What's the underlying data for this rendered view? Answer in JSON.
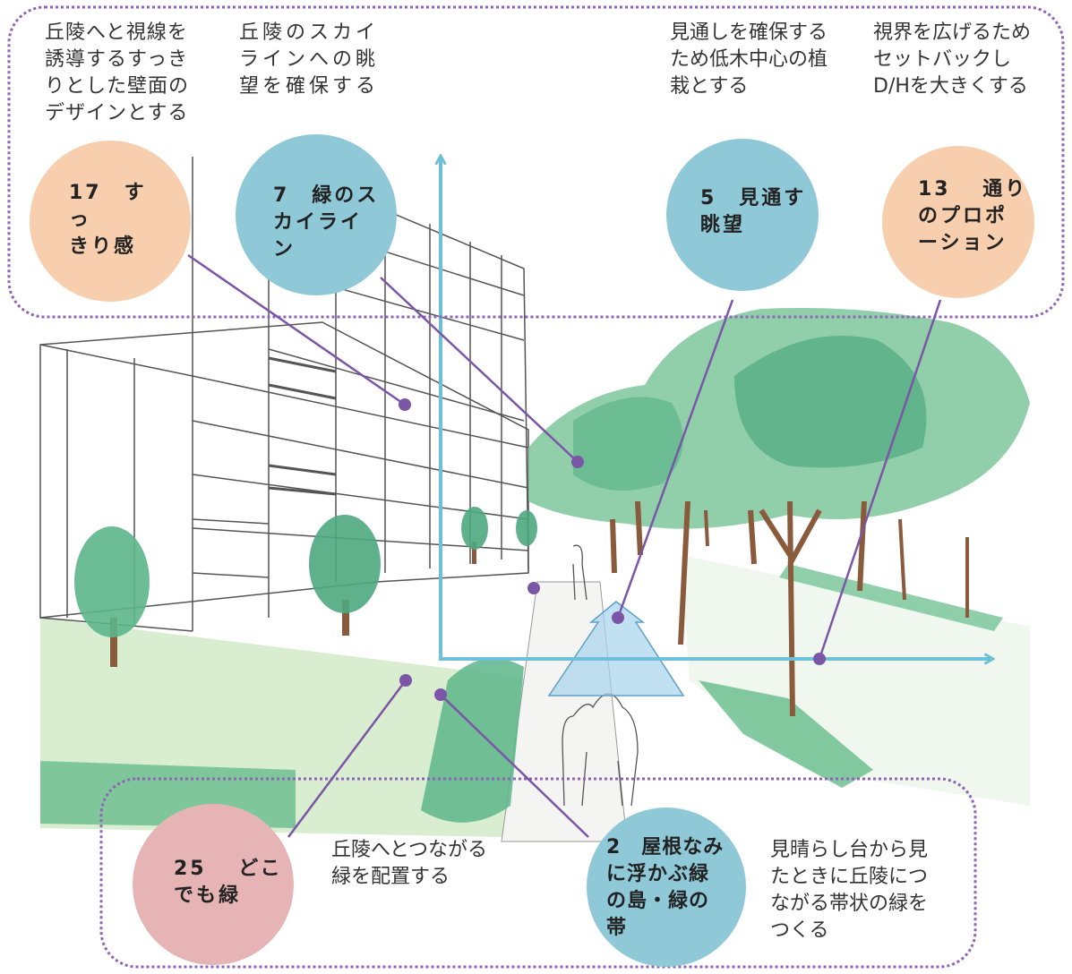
{
  "palette": {
    "frame": "#8f63b8",
    "leader": "#7b55a6",
    "axis": "#6fc0d6",
    "peach": "#f7cfae",
    "teal": "#8fc9d8",
    "rose": "#e6b4b4",
    "greenery": "#5cb58a",
    "sketch": "#555555"
  },
  "notes": {
    "wall": "丘陵へと視線を\n誘導するすっき\nりとした壁面の\nデザインとする",
    "skyline": "丘陵のスカイ\nラインへの眺\n望を確保する",
    "planting": "見通しを確保する\nため低木中心の植\n栽とする",
    "setback": "視界を広げるため\nセットバックし\nD/Hを大きくする",
    "hill_green": "丘陵へとつながる\n緑を配置する",
    "belt_green": "見晴らし台から見\nたときに丘陵につ\nながる帯状の緑を\nつくる"
  },
  "bubbles": {
    "b17": "17　す　っ\nきり感",
    "b7": "7　緑のス\nカイライ\nン",
    "b5": "5　見通す\n眺望",
    "b13": "13　 通り\nのプロポ\nーション",
    "b25": "25　 どこ\nでも緑",
    "b2": "2　屋根なみ\nに浮かぶ緑\nの島・緑の\n帯"
  }
}
